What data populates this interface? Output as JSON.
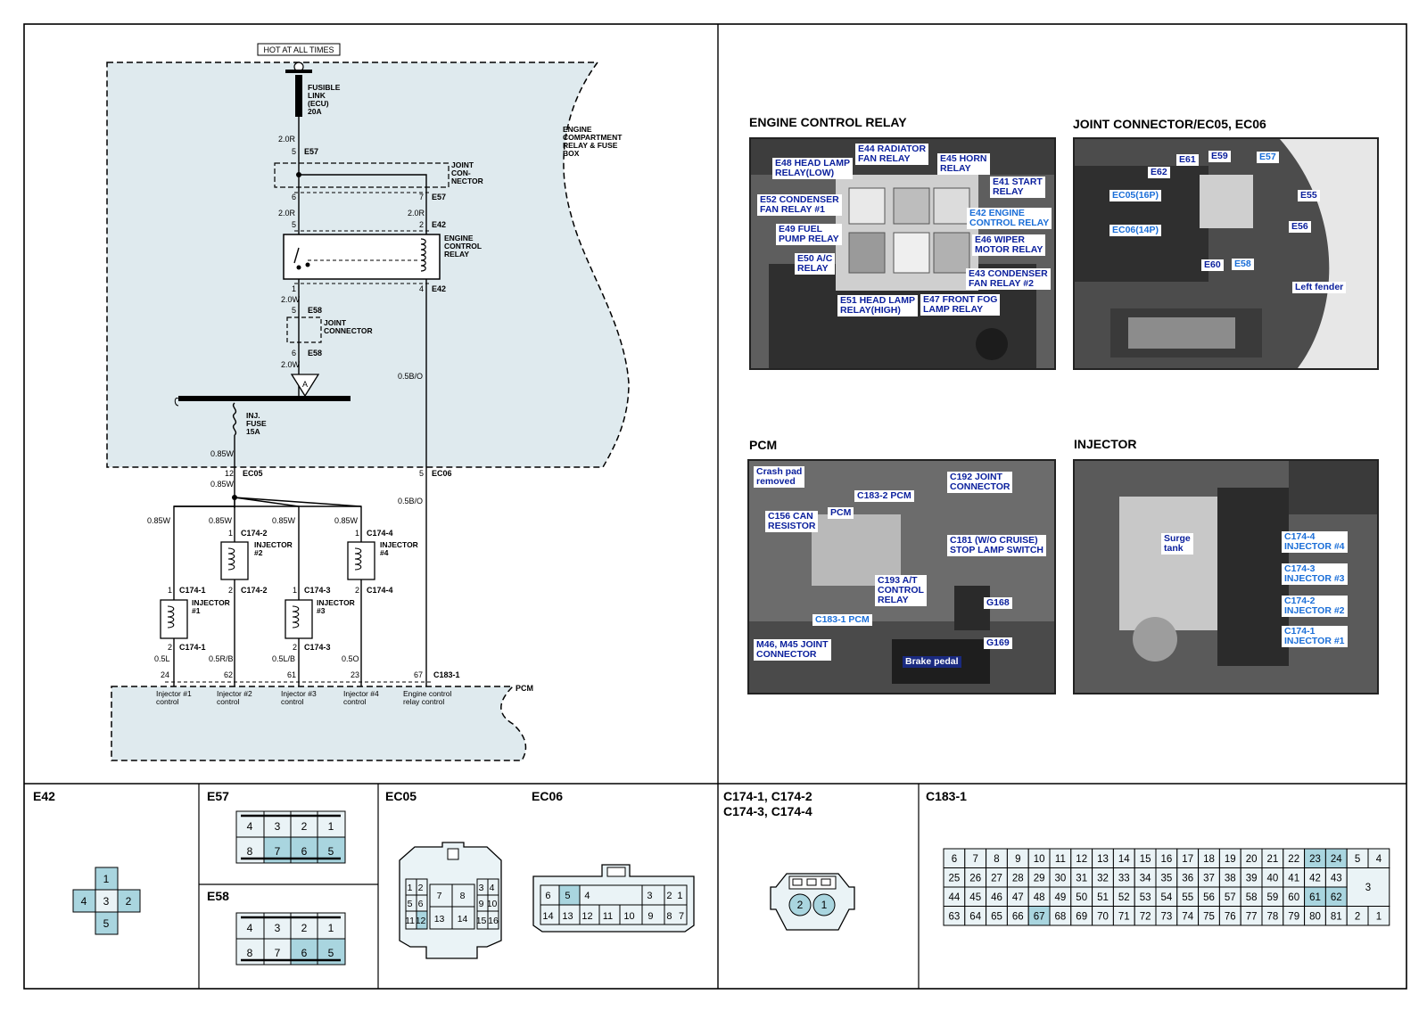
{
  "schematic": {
    "hot_at_all_times": "HOT AT ALL TIMES",
    "fusible_link": "FUSIBLE\nLINK\n(ECU)\n20A",
    "box_label": "ENGINE\nCOMPARTMENT\nRELAY & FUSE\nBOX",
    "joint_connector_1": "JOINT\nCON-\nNECTOR",
    "engine_control_relay": "ENGINE\nCONTROL\nRELAY",
    "joint_connector_2": "JOINT\nCONNECTOR",
    "inj_fuse": "INJ.\nFUSE\n15A",
    "circle_a": "A",
    "wires": {
      "w1": "2.0R",
      "w2": "2.0R",
      "w3": "2.0R",
      "w4": "2.0W",
      "w5": "2.0W",
      "w6": "0.5B/O",
      "w7": "0.85W",
      "w8": "0.85W",
      "w9": "0.5B/O",
      "inj_w1": "0.85W",
      "inj_w2": "0.85W",
      "inj_w3": "0.85W",
      "inj_w4": "0.85W",
      "out1": "0.5L",
      "out2": "0.5R/B",
      "out3": "0.5L/B",
      "out4": "0.5O"
    },
    "pins": {
      "e57_5": "5",
      "e57_6": "6",
      "e57_7": "7",
      "e42_5": "5",
      "e42_2": "2",
      "e42_1": "1",
      "e42_4": "4",
      "e58_5": "5",
      "e58_6": "6",
      "ec05_12": "12",
      "ec06_5": "5",
      "pcm_24": "24",
      "pcm_62": "62",
      "pcm_61": "61",
      "pcm_23": "23",
      "pcm_67": "67",
      "inj1_1": "1",
      "inj1_2": "2",
      "inj2_1": "1",
      "inj2_2": "2",
      "inj3_1": "1",
      "inj3_2": "2",
      "inj4_1": "1",
      "inj4_2": "2"
    },
    "connectors": {
      "e57a": "E57",
      "e57b": "E57",
      "e42a": "E42",
      "e42b": "E42",
      "e58a": "E58",
      "e58b": "E58",
      "ec05": "EC05",
      "ec06": "EC06",
      "c183": "C183-1",
      "c174_1a": "C174-1",
      "c174_1b": "C174-1",
      "c174_2a": "C174-2",
      "c174_2b": "C174-2",
      "c174_3a": "C174-3",
      "c174_3b": "C174-3",
      "c174_4a": "C174-4",
      "c174_4b": "C174-4"
    },
    "injectors": [
      "INJECTOR\n#1",
      "INJECTOR\n#2",
      "INJECTOR\n#3",
      "INJECTOR\n#4"
    ],
    "pcm_label": "PCM",
    "pcm_functions": [
      "Injector #1\ncontrol",
      "Injector #2\ncontrol",
      "Injector #3\ncontrol",
      "Injector #4\ncontrol",
      "Engine control\nrelay control"
    ]
  },
  "photos": {
    "engine_control_relay": {
      "title": "ENGINE CONTROL RELAY",
      "callouts": [
        "E48 HEAD LAMP\nRELAY(LOW)",
        "E44 RADIATOR\nFAN RELAY",
        "E45 HORN\nRELAY",
        "E41 START\nRELAY",
        "E52 CONDENSER\nFAN RELAY #1",
        "E42 ENGINE\nCONTROL RELAY",
        "E49 FUEL\nPUMP RELAY",
        "E46 WIPER\nMOTOR RELAY",
        "E50 A/C\nRELAY",
        "E43 CONDENSER\nFAN RELAY #2",
        "E51 HEAD LAMP\nRELAY(HIGH)",
        "E47 FRONT FOG\nLAMP RELAY"
      ]
    },
    "joint_connector": {
      "title": "JOINT CONNECTOR/EC05, EC06",
      "callouts": [
        "E61",
        "E59",
        "E57",
        "E62",
        "EC05(16P)",
        "E55",
        "EC06(14P)",
        "E56",
        "E60",
        "E58",
        "Left fender"
      ]
    },
    "pcm": {
      "title": "PCM",
      "callouts": [
        "Crash pad\nremoved",
        "C192 JOINT\nCONNECTOR",
        "C183-2 PCM",
        "C156 CAN\nRESISTOR",
        "PCM",
        "C181 (W/O CRUISE)\nSTOP LAMP SWITCH",
        "C193 A/T\nCONTROL\nRELAY",
        "G168",
        "C183-1 PCM",
        "M46, M45 JOINT\nCONNECTOR",
        "G169",
        "Brake pedal"
      ]
    },
    "injector": {
      "title": "INJECTOR",
      "callouts": [
        "Surge\ntank",
        "C174-4\nINJECTOR #4",
        "C174-3\nINJECTOR #3",
        "C174-2\nINJECTOR #2",
        "C174-1\nINJECTOR #1"
      ]
    }
  },
  "connector_views": {
    "e42": {
      "label": "E42",
      "pins": [
        "1",
        "2",
        "3",
        "4",
        "5"
      ]
    },
    "e57": {
      "label": "E57",
      "row1": [
        "4",
        "3",
        "2",
        "1"
      ],
      "row2": [
        "8",
        "7",
        "6",
        "5"
      ]
    },
    "e58": {
      "label": "E58",
      "row1": [
        "4",
        "3",
        "2",
        "1"
      ],
      "row2": [
        "8",
        "7",
        "6",
        "5"
      ]
    },
    "ec05": {
      "label": "EC05",
      "pins": [
        "1",
        "2",
        "3",
        "4",
        "5",
        "6",
        "7",
        "8",
        "9",
        "10",
        "11",
        "12",
        "13",
        "14",
        "15",
        "16"
      ]
    },
    "ec06": {
      "label": "EC06",
      "row1": [
        "6",
        "5",
        "4",
        "3",
        "2",
        "1"
      ],
      "row2": [
        "14",
        "13",
        "12",
        "11",
        "10",
        "9",
        "8",
        "7"
      ]
    },
    "c174": {
      "label": "C174-1, C174-2\nC174-3, C174-4",
      "pins": [
        "2",
        "1"
      ]
    },
    "c183": {
      "label": "C183-1",
      "row1": [
        "6",
        "7",
        "8",
        "9",
        "10",
        "11",
        "12",
        "13",
        "14",
        "15",
        "16",
        "17",
        "18",
        "19",
        "20",
        "21",
        "22",
        "23",
        "24",
        "5",
        "4"
      ],
      "row2": [
        "25",
        "26",
        "27",
        "28",
        "29",
        "30",
        "31",
        "32",
        "33",
        "34",
        "35",
        "36",
        "37",
        "38",
        "39",
        "40",
        "41",
        "42",
        "43"
      ],
      "row3": [
        "44",
        "45",
        "46",
        "47",
        "48",
        "49",
        "50",
        "51",
        "52",
        "53",
        "54",
        "55",
        "56",
        "57",
        "58",
        "59",
        "60",
        "61",
        "62"
      ],
      "row4": [
        "63",
        "64",
        "65",
        "66",
        "67",
        "68",
        "69",
        "70",
        "71",
        "72",
        "73",
        "74",
        "75",
        "76",
        "77",
        "78",
        "79",
        "80",
        "81",
        "2",
        "1"
      ],
      "side": "3",
      "used": [
        "23",
        "24",
        "61",
        "62",
        "67"
      ]
    }
  },
  "colors": {
    "pin_used": "#a9d5df",
    "pin_empty": "#eaf3f6",
    "box_fill": "#dfeaee"
  }
}
